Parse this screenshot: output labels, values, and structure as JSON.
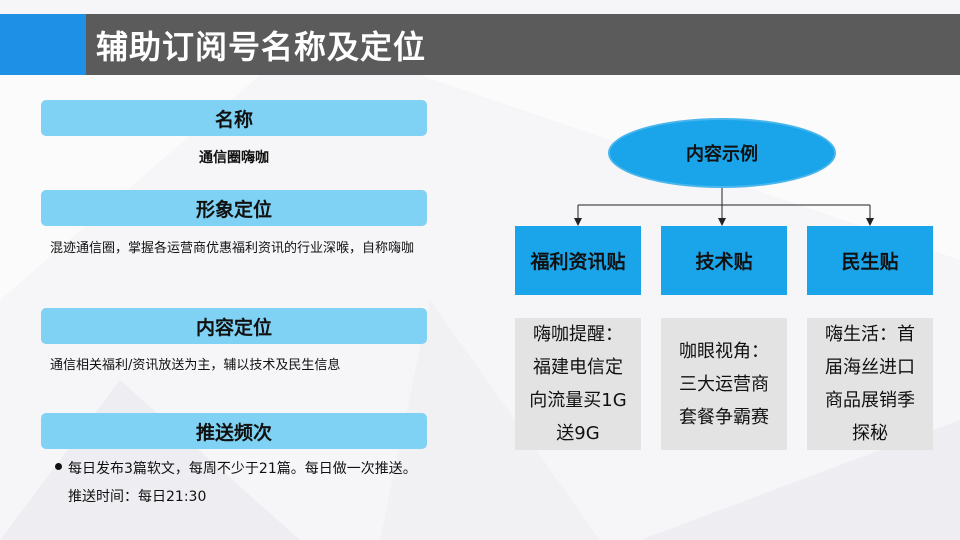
{
  "title": "辅助订阅号名称及定位",
  "sections": [
    {
      "heading": "名称",
      "text": "通信圈嗨咖"
    },
    {
      "heading": "形象定位",
      "text": "混迹通信圈，掌握各运营商优惠福利资讯的行业深喉，自称嗨咖"
    },
    {
      "heading": "内容定位",
      "text": "通信相关福利/资讯放送为主，辅以技术及民生信息"
    },
    {
      "heading": "推送频次",
      "text": "每日发布3篇软文，每周不少于21篇。每日做一次推送。　推送时间：每日21:30"
    }
  ],
  "diagram": {
    "root": "内容示例",
    "categories": [
      {
        "label": "福利资讯贴",
        "example": "嗨咖提醒：福建电信定向流量买1G送9G"
      },
      {
        "label": "技术贴",
        "example": "咖眼视角：三大运营商套餐争霸赛"
      },
      {
        "label": "民生贴",
        "example": "嗨生活：首届海丝进口商品展销季探秘"
      }
    ]
  },
  "colors": {
    "title_accent": "#1e90e6",
    "title_bar": "#5b5b5b",
    "section_header": "#7fd2f3",
    "diagram_blue": "#1aa5eb",
    "example_bg": "#e3e3e3"
  }
}
